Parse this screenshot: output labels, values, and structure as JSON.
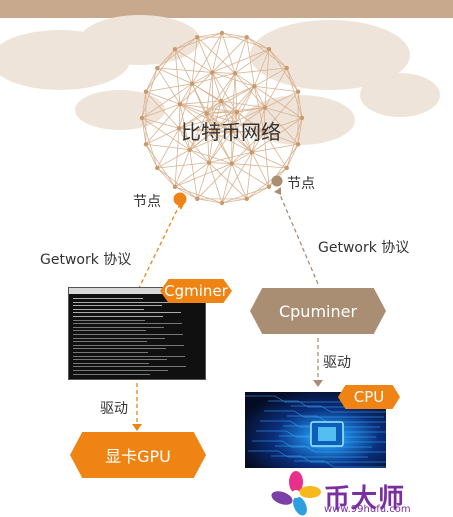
{
  "network": {
    "title": "比特币网络"
  },
  "nodes": {
    "left_label": "节点",
    "right_label": "节点"
  },
  "left_column": {
    "protocol_label": "Getwork 协议",
    "miner_tag": "Cgminer",
    "drive_label": "驱动",
    "device_label": "显卡GPU"
  },
  "right_column": {
    "protocol_label": "Getwork 协议",
    "miner_label": "Cpuminer",
    "drive_label": "驱动",
    "device_tag": "CPU"
  },
  "watermark": {
    "brand": "币大师",
    "url": "www.99hufu.com"
  },
  "colors": {
    "accent": "#ef8414",
    "tan": "#a98e73",
    "topbar": "#c8a98e",
    "watermark": "#7a2fa0"
  }
}
